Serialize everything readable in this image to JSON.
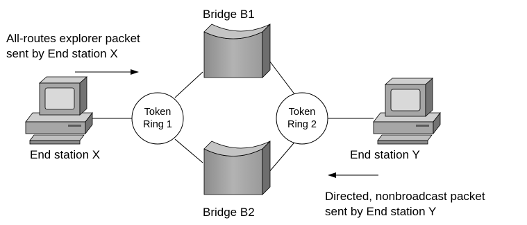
{
  "labels": {
    "bridge_b1": "Bridge B1",
    "bridge_b2": "Bridge B2",
    "explorer_line1": "All-routes explorer packet",
    "explorer_line2": "sent by End station X",
    "directed_line1": "Directed, nonbroadcast packet",
    "directed_line2": "sent by End station Y",
    "end_station_x": "End station X",
    "end_station_y": "End station Y",
    "ring1_line1": "Token",
    "ring1_line2": "Ring 1",
    "ring2_line1": "Token",
    "ring2_line2": "Ring 2"
  },
  "colors": {
    "device_fill": "#a6a6a6",
    "device_dark": "#737373",
    "device_light": "#cfcfcf",
    "screen": "#d9d9d9",
    "line": "#000000"
  }
}
